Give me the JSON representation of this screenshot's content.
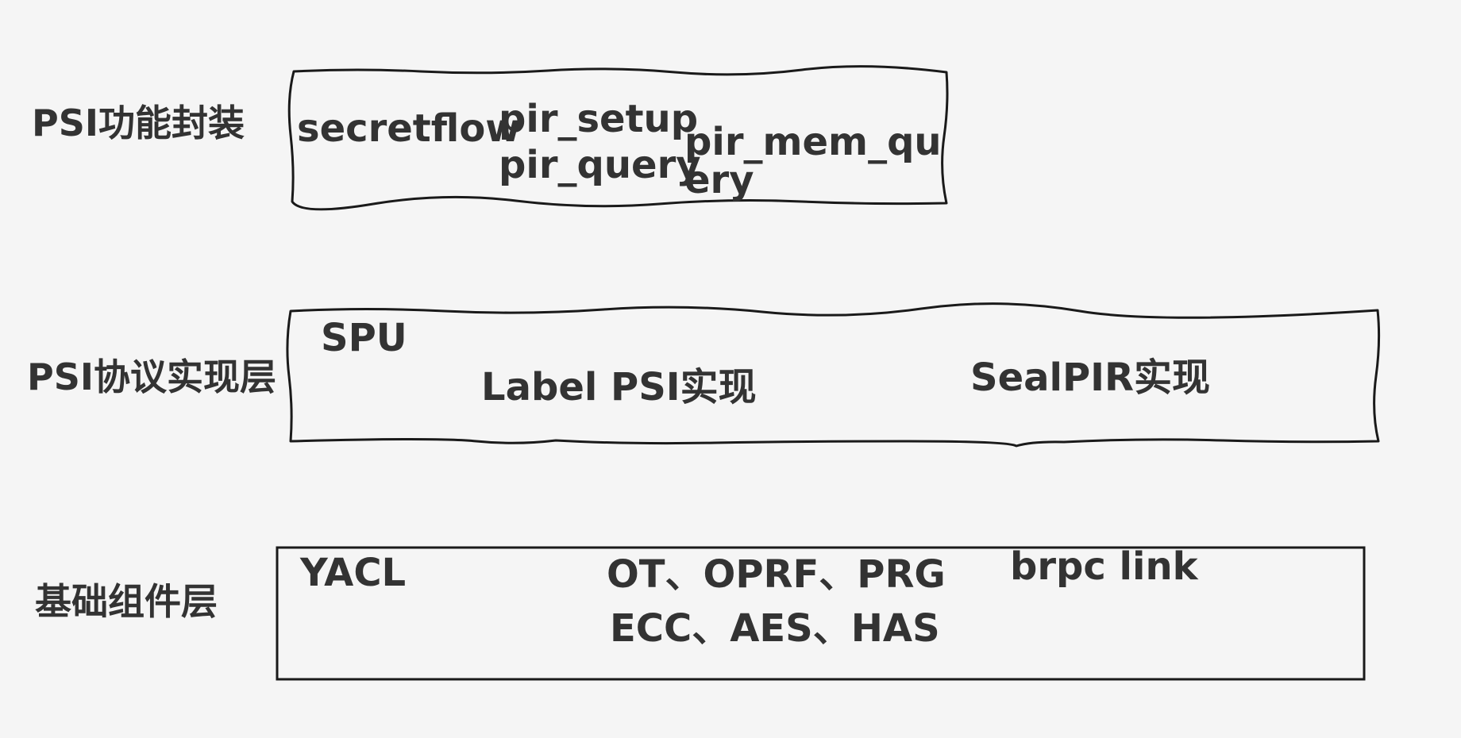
{
  "layers": [
    {
      "label": "PSI功能封装",
      "items": {
        "secretflow": "secretflow",
        "pir_setup": "pir_setup",
        "pir_query": "pir_query",
        "pir_mem_query": "pir_mem_query"
      }
    },
    {
      "label": "PSI协议实现层",
      "items": {
        "spu": "SPU",
        "label_psi": "Label PSI实现",
        "sealpir": "SealPIR实现"
      }
    },
    {
      "label": "基础组件层",
      "items": {
        "yacl": "YACL",
        "crypto_primitives": "OT、OPRF、PRG",
        "crypto_algorithms": "ECC、AES、HAS",
        "brpc_link": "brpc link"
      }
    }
  ],
  "colors": {
    "background": "#f5f5f5",
    "stroke": "#1a1a1a",
    "text": "#333333"
  }
}
